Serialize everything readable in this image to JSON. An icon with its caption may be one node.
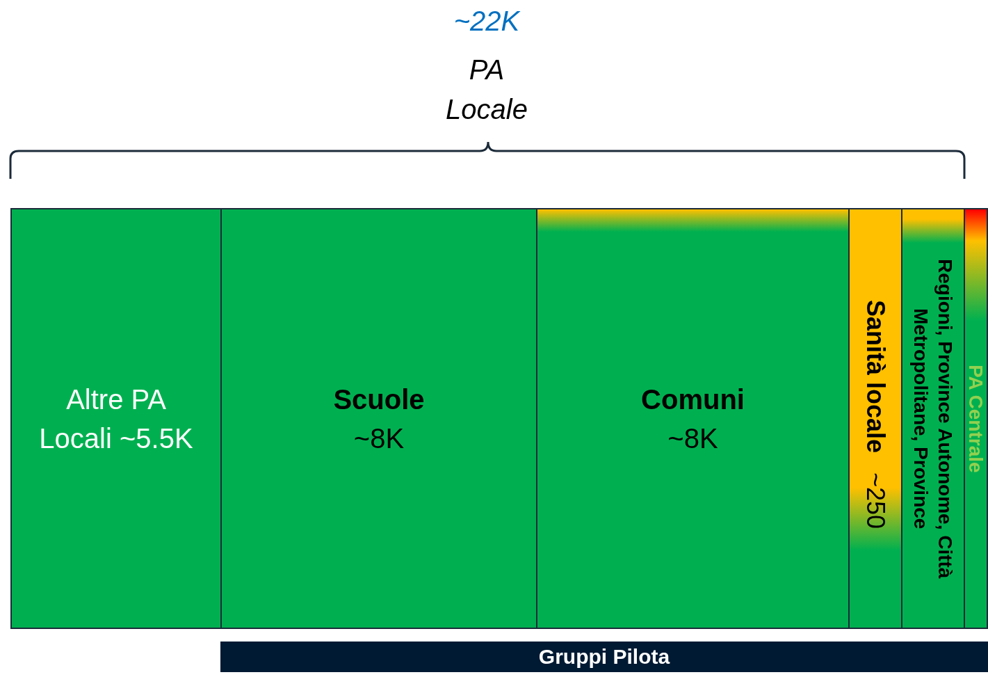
{
  "diagram": {
    "nodes": [
      {
        "text": [
          "Altre PA Locali ~5.5K"
        ]
      },
      {
        "text": [
          "Scuole",
          "~8K"
        ]
      },
      {
        "text": [
          "Comuni",
          "~8K"
        ]
      },
      {
        "text": [
          "Sanità locale",
          "~250"
        ]
      },
      {
        "text": [
          "Regioni, Province Autonome, Città Metropolitane, Province"
        ]
      },
      {
        "text": [
          "PA Centrale"
        ]
      },
      {
        "text": [
          "Gruppi Pilota"
        ]
      }
    ],
    "labels": [
      "~22K",
      "PA Locale"
    ]
  }
}
